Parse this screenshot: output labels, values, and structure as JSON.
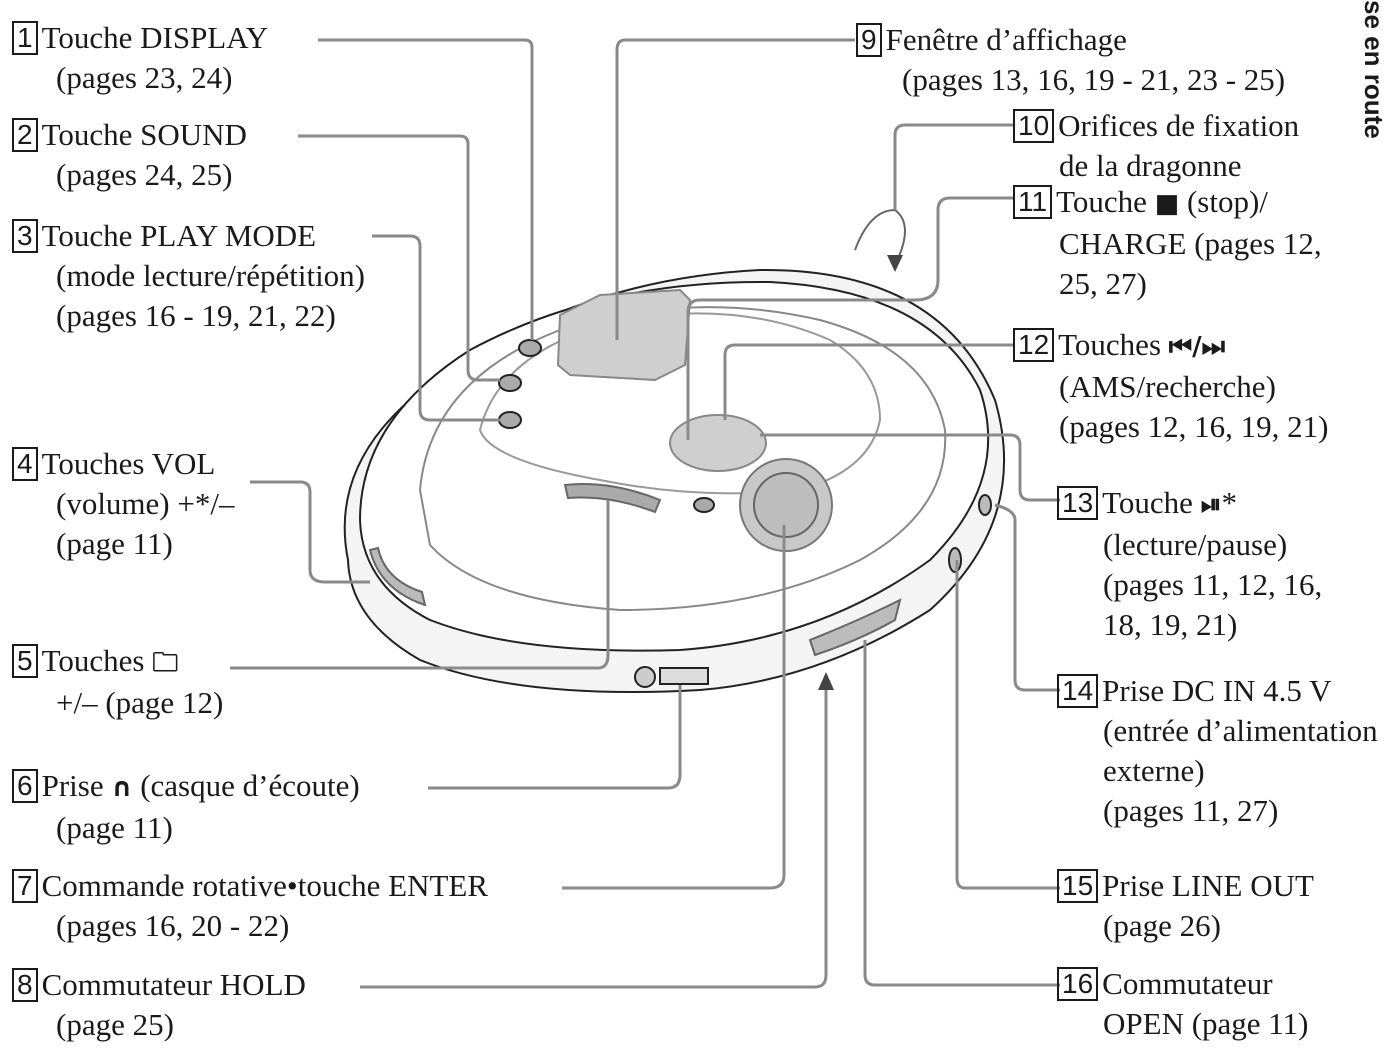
{
  "side_tab": "se en route",
  "callouts": [
    {
      "num": "1",
      "lines": [
        "Touche DISPLAY",
        "(pages 23, 24)"
      ]
    },
    {
      "num": "2",
      "lines": [
        "Touche SOUND",
        "(pages 24, 25)"
      ]
    },
    {
      "num": "3",
      "lines": [
        "Touche PLAY MODE",
        "(mode lecture/répétition)",
        "(pages 16 - 19, 21, 22)"
      ]
    },
    {
      "num": "4",
      "lines": [
        "Touches VOL",
        "(volume) +*/–",
        "(page 11)"
      ]
    },
    {
      "num": "5",
      "pre": "Touches",
      "glyph": "🗀",
      "post": "",
      "lines": [
        "",
        "+/– (page 12)"
      ]
    },
    {
      "num": "6",
      "pre": "Prise",
      "glyph": "∩",
      "post": "(casque d’écoute)",
      "lines": [
        "",
        "(page 11)"
      ]
    },
    {
      "num": "7",
      "lines": [
        "Commande rotative•touche ENTER",
        "(pages 16, 20 - 22)"
      ]
    },
    {
      "num": "8",
      "lines": [
        "Commutateur HOLD",
        "(page 25)"
      ]
    },
    {
      "num": "9",
      "lines": [
        "Fenêtre d’affichage",
        "(pages 13, 16, 19 - 21, 23 - 25)"
      ]
    },
    {
      "num": "10",
      "lines": [
        "Orifices de fixation",
        "de la dragonne"
      ]
    },
    {
      "num": "11",
      "pre": "Touche",
      "glyph": "■",
      "post": "(stop)/",
      "lines": [
        "",
        "CHARGE (pages 12,",
        "25, 27)"
      ]
    },
    {
      "num": "12",
      "pre": "Touches",
      "glyph": "⏮/⏭",
      "post": "",
      "lines": [
        "",
        "(AMS/recherche)",
        "(pages 12, 16, 19, 21)"
      ]
    },
    {
      "num": "13",
      "pre": "Touche",
      "glyph": "⏯",
      "post": "*",
      "lines": [
        "",
        "(lecture/pause)",
        "(pages 11, 12, 16,",
        "18, 19, 21)"
      ]
    },
    {
      "num": "14",
      "lines": [
        "Prise DC IN 4.5 V",
        "(entrée d’alimentation",
        "externe)",
        "(pages 11, 27)"
      ]
    },
    {
      "num": "15",
      "lines": [
        "Prise LINE OUT",
        "(page 26)"
      ]
    },
    {
      "num": "16",
      "lines": [
        "Commutateur",
        "OPEN (page 11)"
      ]
    }
  ]
}
